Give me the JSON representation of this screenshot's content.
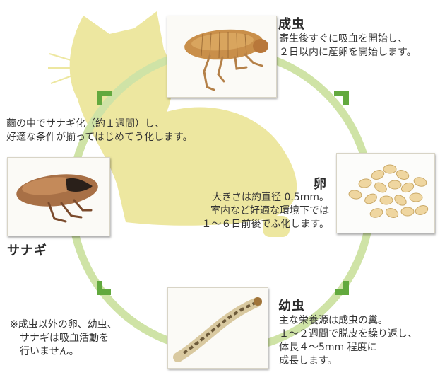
{
  "stages": {
    "adult": {
      "label": "成虫",
      "lines": [
        "寄生後すぐに吸血を開始し、",
        "２日以内に産卵を開始します。"
      ]
    },
    "egg": {
      "label": "卵",
      "lines": [
        "大きさは約直径 0.5mm。",
        "室内など好適な環境下では",
        "１～６日前後でふ化します。"
      ]
    },
    "larva": {
      "label": "幼虫",
      "lines": [
        "主な栄養源は成虫の糞。",
        "１～２週間で脱皮を繰り返し、",
        "体長４～5mm 程度に",
        "成長します。"
      ]
    },
    "pupa": {
      "label": "サナギ",
      "lines": [
        "繭の中でサナギ化（約１週間）し、",
        "好適な条件が揃ってはじめてう化します。"
      ]
    }
  },
  "note": {
    "lines": [
      "※成虫以外の卵、幼虫、",
      "　サナギは吸血活動を",
      "　行いません。"
    ]
  },
  "colors": {
    "cycle": "#cfe3a6",
    "arrow": "#62a93e",
    "cat": "#ede7a0"
  }
}
